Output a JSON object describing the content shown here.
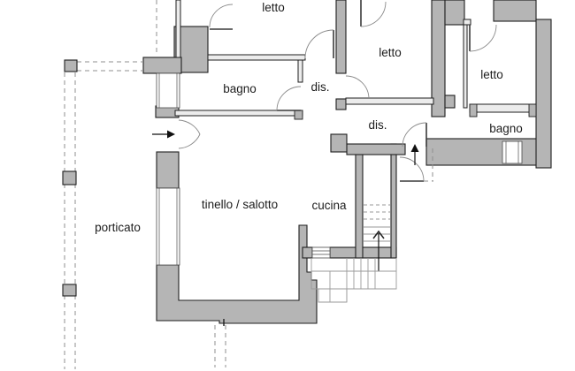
{
  "plan": {
    "labels": {
      "bedroom_nw": "letto",
      "bedroom_n": "letto",
      "bedroom_e": "letto",
      "bath_nw": "bagno",
      "bath_e": "bagno",
      "hall_upper": "dis.",
      "hall_lower": "dis.",
      "living": "tinello / salotto",
      "kitchen": "cucina",
      "porch": "porticato"
    },
    "colors": {
      "wall_fill": "#b5b5b5",
      "wall_outline": "#1f1f1f",
      "background": "#ffffff"
    }
  }
}
